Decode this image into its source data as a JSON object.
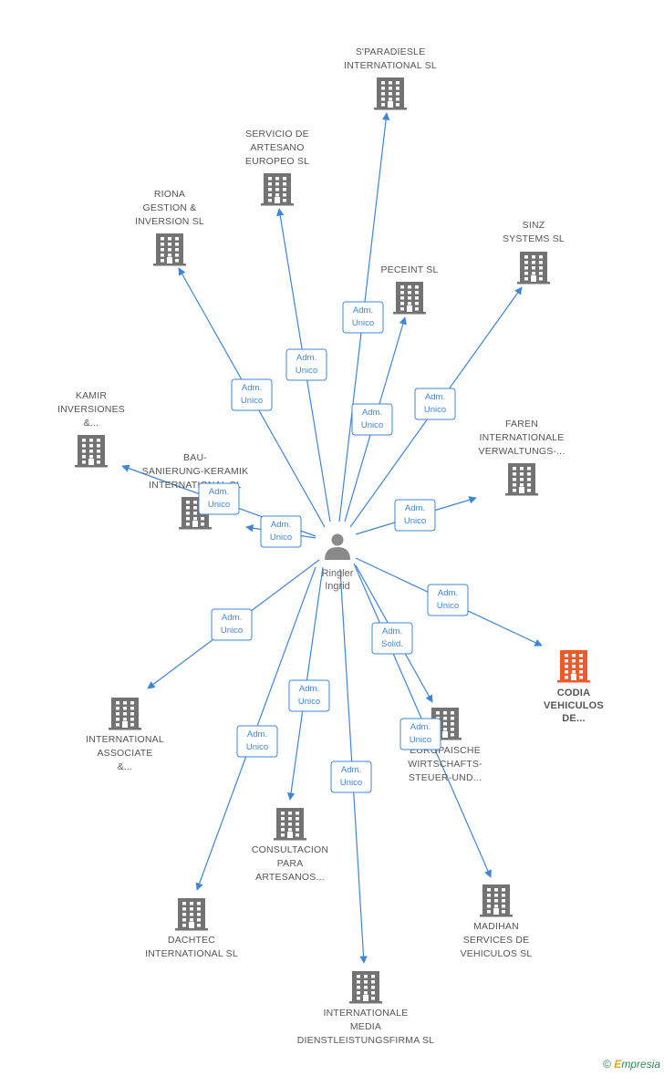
{
  "center": {
    "label_lines": [
      "Ringler",
      "Ingrid"
    ]
  },
  "nodes": [
    {
      "id": "sparadiesle",
      "label_lines": [
        "S'PARADIESLE",
        "INTERNATIONAL SL"
      ],
      "highlight": false
    },
    {
      "id": "servicio",
      "label_lines": [
        "SERVICIO DE",
        "ARTESANO",
        "EUROPEO SL"
      ],
      "highlight": false
    },
    {
      "id": "riona",
      "label_lines": [
        "RIONA",
        "GESTION &",
        "INVERSION SL"
      ],
      "highlight": false
    },
    {
      "id": "sinz",
      "label_lines": [
        "SINZ",
        "SYSTEMS SL"
      ],
      "highlight": false
    },
    {
      "id": "peceint",
      "label_lines": [
        "PECEINT SL"
      ],
      "highlight": false
    },
    {
      "id": "kamir",
      "label_lines": [
        "KAMIR",
        "INVERSIONES",
        "&..."
      ],
      "highlight": false
    },
    {
      "id": "faren",
      "label_lines": [
        "FAREN",
        "INTERNATIONALE",
        "VERWALTUNGS-..."
      ],
      "highlight": false
    },
    {
      "id": "bau",
      "label_lines": [
        "BAU-",
        "SANIERUNG-KERAMIK",
        "INTERNATIONAL SL"
      ],
      "highlight": false
    },
    {
      "id": "codia",
      "label_lines": [
        "CODIA",
        "VEHICULOS",
        "DE..."
      ],
      "highlight": true
    },
    {
      "id": "intassoc",
      "label_lines": [
        "INTERNATIONAL",
        "ASSOCIATE",
        "&..."
      ],
      "highlight": false
    },
    {
      "id": "europaische",
      "label_lines": [
        "EUROPAISCHE",
        "WIRTSCHAFTS-",
        "STEUER-UND..."
      ],
      "highlight": false
    },
    {
      "id": "consultacion",
      "label_lines": [
        "CONSULTACION",
        "PARA",
        "ARTESANOS..."
      ],
      "highlight": false
    },
    {
      "id": "madihan",
      "label_lines": [
        "MADIHAN",
        "SERVICES DE",
        "VEHICULOS SL"
      ],
      "highlight": false
    },
    {
      "id": "dachtec",
      "label_lines": [
        "DACHTEC",
        "INTERNATIONAL SL"
      ],
      "highlight": false
    },
    {
      "id": "intmedia",
      "label_lines": [
        "INTERNATIONALE",
        "MEDIA",
        "DIENSTLEISTUNGSFIRMA SL"
      ],
      "highlight": false
    }
  ],
  "edges": [
    {
      "target": "sparadiesle",
      "role": [
        "Adm.",
        "Unico"
      ]
    },
    {
      "target": "servicio",
      "role": [
        "Adm.",
        "Unico"
      ]
    },
    {
      "target": "riona",
      "role": [
        "Adm.",
        "Unico"
      ]
    },
    {
      "target": "peceint",
      "role": [
        "Adm.",
        "Unico"
      ]
    },
    {
      "target": "sinz",
      "role": [
        "Adm.",
        "Unico"
      ]
    },
    {
      "target": "kamir",
      "role": [
        "Adm.",
        "Unico"
      ]
    },
    {
      "target": "bau",
      "role": [
        "Adm.",
        "Unico"
      ]
    },
    {
      "target": "faren",
      "role": [
        "Adm.",
        "Unico"
      ]
    },
    {
      "target": "codia",
      "role": [
        "Adm.",
        "Unico"
      ]
    },
    {
      "target": "intassoc",
      "role": [
        "Adm.",
        "Unico"
      ]
    },
    {
      "target": "europaische",
      "role": [
        "Adm.",
        "Solid."
      ]
    },
    {
      "target": "madihan",
      "role": [
        "Adm.",
        "Unico"
      ]
    },
    {
      "target": "consultacion",
      "role": [
        "Adm.",
        "Unico"
      ]
    },
    {
      "target": "dachtec",
      "role": [
        "Adm.",
        "Unico"
      ]
    },
    {
      "target": "intmedia",
      "role": [
        "Adm.",
        "Unico"
      ]
    }
  ],
  "colors": {
    "edge": "#3d85d6",
    "building": "#737373",
    "highlight": "#f15a2b",
    "person": "#8a8a8a"
  },
  "footer": {
    "copyright": "©",
    "brand_initial": "E",
    "brand_rest": "mpresia"
  }
}
